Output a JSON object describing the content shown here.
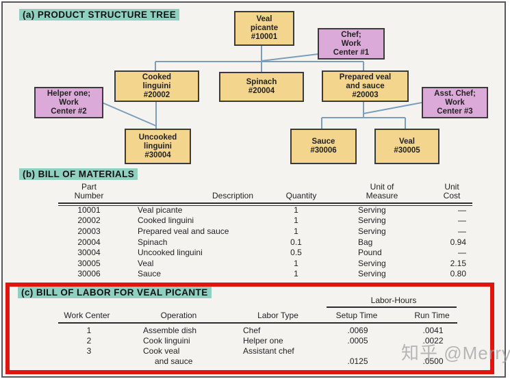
{
  "watermark": "知乎 @Merry",
  "colors": {
    "highlight_teal": "#8fd0c0",
    "item_box_yellow": "#f4d58d",
    "resource_box_pink": "#dcaad9",
    "connector_blue": "#7b9dbb",
    "emphasis_red": "#e11510"
  },
  "tree": {
    "title": "(a) PRODUCT STRUCTURE TREE",
    "nodes": {
      "veal_picante": "Veal\npicante\n#10001",
      "chef": "Chef;\nWork\nCenter #1",
      "cooked_linguini": "Cooked\nlinguini\n#20002",
      "spinach": "Spinach\n#20004",
      "prepared_veal": "Prepared veal\nand sauce\n#20003",
      "helper": "Helper one;\nWork\nCenter #2",
      "asst_chef": "Asst. Chef;\nWork\nCenter #3",
      "uncooked_linguini": "Uncooked\nlinguini\n#30004",
      "sauce": "Sauce\n#30006",
      "veal": "Veal\n#30005"
    }
  },
  "bom": {
    "title": "(b) BILL OF MATERIALS",
    "headers": {
      "part_number": "Part\nNumber",
      "description": "Description",
      "quantity": "Quantity",
      "unit_of_measure": "Unit of\nMeasure",
      "unit_cost": "Unit\nCost"
    },
    "rows": [
      {
        "part": "10001",
        "desc": "Veal picante",
        "qty": "1",
        "uom": "Serving",
        "cost": "—"
      },
      {
        "part": "20002",
        "desc": "Cooked linguini",
        "qty": "1",
        "uom": "Serving",
        "cost": "—"
      },
      {
        "part": "20003",
        "desc": "Prepared veal and sauce",
        "qty": "1",
        "uom": "Serving",
        "cost": "—"
      },
      {
        "part": "20004",
        "desc": "Spinach",
        "qty": "0.1",
        "uom": "Bag",
        "cost": "0.94"
      },
      {
        "part": "30004",
        "desc": "Uncooked linguini",
        "qty": "0.5",
        "uom": "Pound",
        "cost": "—"
      },
      {
        "part": "30005",
        "desc": "Veal",
        "qty": "1",
        "uom": "Serving",
        "cost": "2.15"
      },
      {
        "part": "30006",
        "desc": "Sauce",
        "qty": "1",
        "uom": "Serving",
        "cost": "0.80"
      }
    ]
  },
  "bol": {
    "title": "(c) BILL OF LABOR FOR VEAL PICANTE",
    "group_header": "Labor-Hours",
    "headers": {
      "work_center": "Work Center",
      "operation": "Operation",
      "labor_type": "Labor Type",
      "setup_time": "Setup Time",
      "run_time": "Run Time"
    },
    "rows": [
      {
        "wc": "1",
        "op": "Assemble dish",
        "lt": "Chef",
        "setup": ".0069",
        "run": ".0041"
      },
      {
        "wc": "2",
        "op": "Cook linguini",
        "lt": "Helper one",
        "setup": ".0005",
        "run": ".0022"
      },
      {
        "wc": "3",
        "op": "Cook veal",
        "lt": "Assistant chef",
        "setup": "",
        "run": ""
      },
      {
        "wc": "",
        "op": "and sauce",
        "lt": "",
        "setup": ".0125",
        "run": ".0500"
      }
    ]
  }
}
